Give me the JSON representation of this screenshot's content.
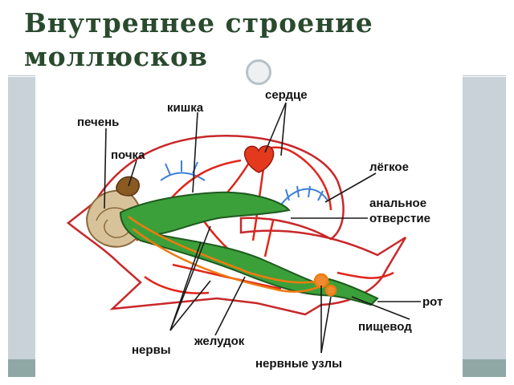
{
  "slide": {
    "title": "Внутреннее строение моллюсков"
  },
  "labels": {
    "heart": "сердце",
    "intestine": "кишка",
    "liver": "печень",
    "kidney": "почка",
    "lung": "лёгкое",
    "anal_1": "анальное",
    "anal_2": "отверстие",
    "mouth": "рот",
    "esophagus": "пищевод",
    "stomach": "желудок",
    "nerves": "нервы",
    "ganglia": "нервные узлы"
  },
  "colors": {
    "title": "#2a4a2e",
    "vessels": "#e0261a",
    "nerves": "#f07a10",
    "gut": "#3ca03a",
    "gut_edge": "#1f5a1f",
    "lung_vessels": "#3d7fd8",
    "liver_fill": "#c8a06e",
    "kidney": "#8a5a22",
    "band": "#c8d2d8",
    "footer_band": "#8fa8a6"
  }
}
